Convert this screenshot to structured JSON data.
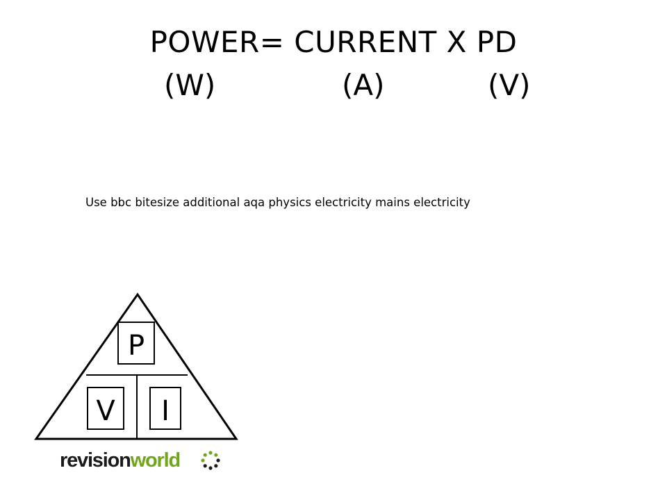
{
  "slide": {
    "title": "POWER= CURRENT X PD",
    "units": {
      "power": "(W)",
      "current": "(A)",
      "pd": "(V)"
    },
    "note": "Use bbc bitesize additional aqa physics electricity mains electricity"
  },
  "formula_triangle": {
    "top_symbol": "P",
    "bottom_left_symbol": "V",
    "bottom_right_symbol": "I"
  },
  "logo": {
    "part1": "revision",
    "part2": "world",
    "accent_color": "#6fa61c",
    "dark_color": "#1a1a1a"
  }
}
